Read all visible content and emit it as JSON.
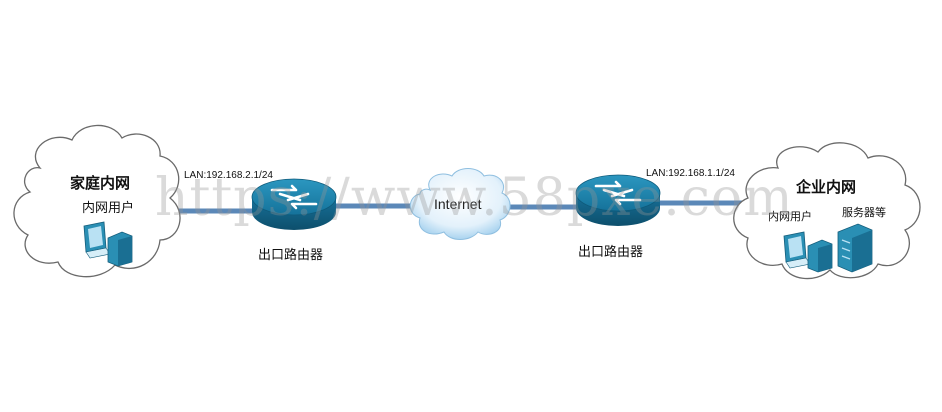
{
  "home": {
    "title": "家庭内网",
    "user_label": "内网用户"
  },
  "enterprise": {
    "title": "企业内网",
    "user_label": "内网用户",
    "server_label": "服务器等"
  },
  "router_left": {
    "label": "出口路由器",
    "lan": "LAN:192.168.2.1/24"
  },
  "router_right": {
    "label": "出口路由器",
    "lan": "LAN:192.168.1.1/24"
  },
  "internet": {
    "label": "Internet"
  },
  "watermark": "https://www.58pxe.com",
  "colors": {
    "link": "#5b88b8",
    "router": "#1e7fa6",
    "router_dark": "#12607e",
    "cloud_stroke": "#6a6a6a",
    "pc": "#2a8fb4"
  }
}
